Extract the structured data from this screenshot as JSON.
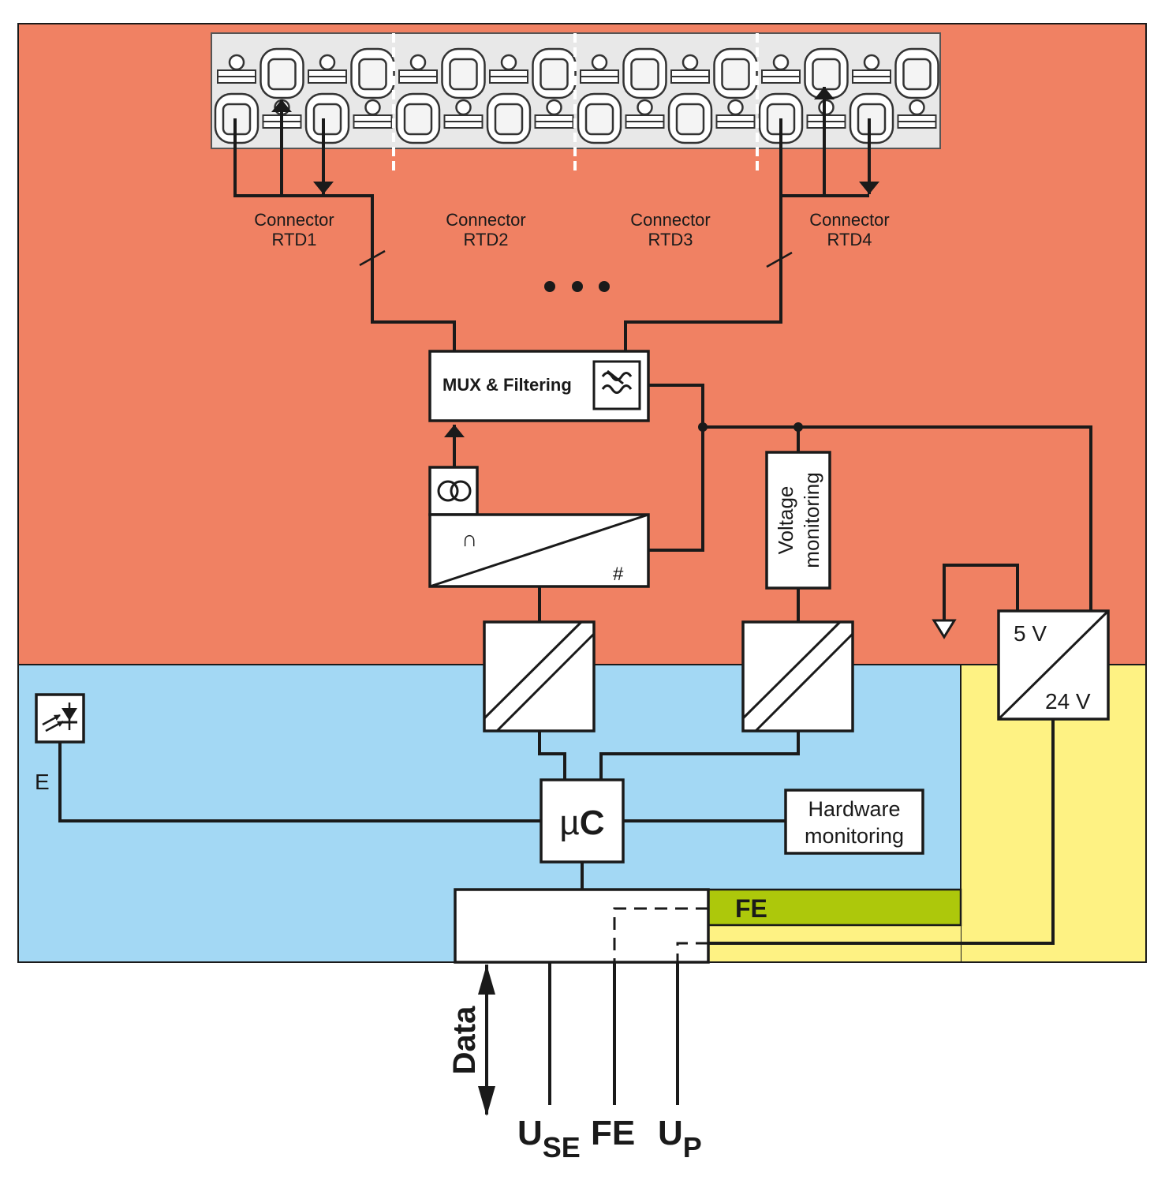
{
  "colors": {
    "field_zone": "#f08163",
    "logic_zone": "#a3d8f4",
    "power_zone": "#fef283",
    "fe_zone": "#adc80b",
    "connector_strip": "#e8e8e8",
    "line": "#1a1a1a"
  },
  "connectors": [
    {
      "line1": "Connector",
      "line2": "RTD1"
    },
    {
      "line1": "Connector",
      "line2": "RTD2"
    },
    {
      "line1": "Connector",
      "line2": "RTD3"
    },
    {
      "line1": "Connector",
      "line2": "RTD4"
    }
  ],
  "mux": {
    "label": "MUX & Filtering",
    "icon": "filter-icon"
  },
  "adc": {
    "analog_symbol": "∩",
    "digital_symbol": "#",
    "icon": "current-source-icon"
  },
  "voltage_monitoring": {
    "line1": "Voltage",
    "line2": "monitoring"
  },
  "power_supply": {
    "out_label": "5 V",
    "in_label": "24 V"
  },
  "ground_icon": "ground-icon",
  "isolation_icon": "galvanic-isolation-icon",
  "microcontroller": {
    "label_mu": "µ",
    "label_c": "C"
  },
  "hardware_monitoring": {
    "line1": "Hardware",
    "line2": "monitoring"
  },
  "led": {
    "label": "E",
    "icon": "diagnostic-led-icon"
  },
  "fe_bar_label": "FE",
  "bus_labels": {
    "data": "Data",
    "u_main": "U",
    "use_sub": "SE",
    "fe": "FE",
    "up_sub": "P"
  }
}
